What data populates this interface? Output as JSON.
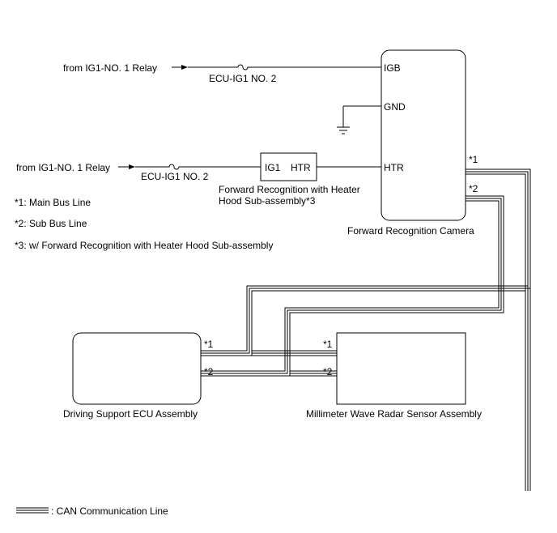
{
  "sources": {
    "top_relay": "from IG1-NO. 1 Relay",
    "bottom_relay": "from IG1-NO. 1 Relay",
    "top_fuse": "ECU-IG1 NO. 2",
    "bottom_fuse": "ECU-IG1 NO. 2"
  },
  "camera": {
    "name": "Forward Recognition Camera",
    "pin_igb": "IGB",
    "pin_gnd": "GND",
    "pin_htr": "HTR"
  },
  "heater_hood": {
    "pin_ig1": "IG1",
    "pin_htr": "HTR",
    "name_line1": "Forward Recognition with Heater",
    "name_line2": "Hood Sub-assembly*3"
  },
  "notes": [
    "*1: Main Bus Line",
    "*2: Sub Bus Line",
    "*3: w/ Forward Recognition with Heater Hood Sub-assembly"
  ],
  "ecu": {
    "name": "Driving Support ECU Assembly"
  },
  "radar": {
    "name": "Millimeter Wave Radar Sensor Assembly"
  },
  "bus_tags": {
    "main": "*1",
    "sub": "*2"
  },
  "legend": {
    "label": ": CAN Communication Line"
  }
}
